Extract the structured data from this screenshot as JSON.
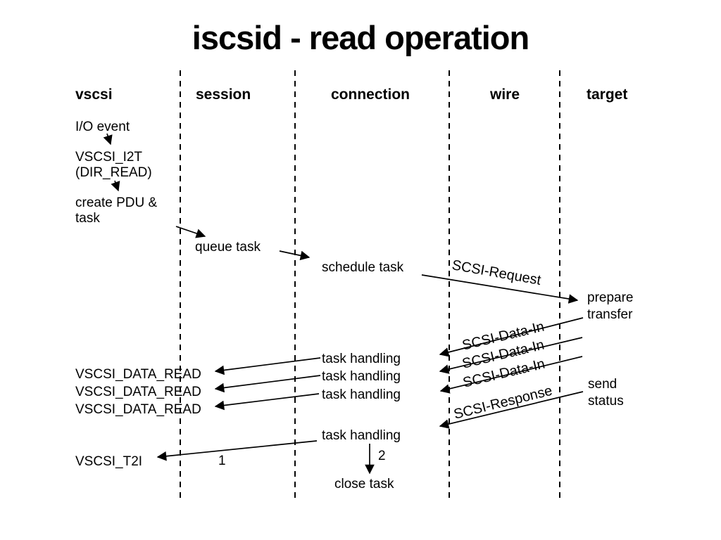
{
  "title": "iscsid - read operation",
  "colors": {
    "background": "#ffffff",
    "ink": "#000000"
  },
  "lanes": [
    {
      "label": "vscsi"
    },
    {
      "label": "session"
    },
    {
      "label": "connection"
    },
    {
      "label": "wire"
    },
    {
      "label": "target"
    }
  ],
  "vscsi_flow": {
    "io_event": "I/O event",
    "vscsi_i2t": "VSCSI_I2T",
    "dir_read": "(DIR_READ)",
    "create_pdu": "create PDU &",
    "create_pdu_line2": "task"
  },
  "messages": {
    "queue_task": "queue task",
    "schedule_task": "schedule task",
    "scsi_request": "SCSI-Request",
    "prepare_line1": "prepare",
    "prepare_line2": "transfer",
    "scsi_data_in": [
      "SCSI-Data-In",
      "SCSI-Data-In",
      "SCSI-Data-In"
    ],
    "task_handling": [
      "task handling",
      "task handling",
      "task handling",
      "task handling"
    ],
    "vscsi_data_read": [
      "VSCSI_DATA_READ",
      "VSCSI_DATA_READ",
      "VSCSI_DATA_READ"
    ],
    "scsi_response": "SCSI-Response",
    "send_line1": "send",
    "send_line2": "status",
    "vscsi_t2i": "VSCSI_T2I",
    "step1": "1",
    "step2": "2",
    "close_task": "close task"
  }
}
